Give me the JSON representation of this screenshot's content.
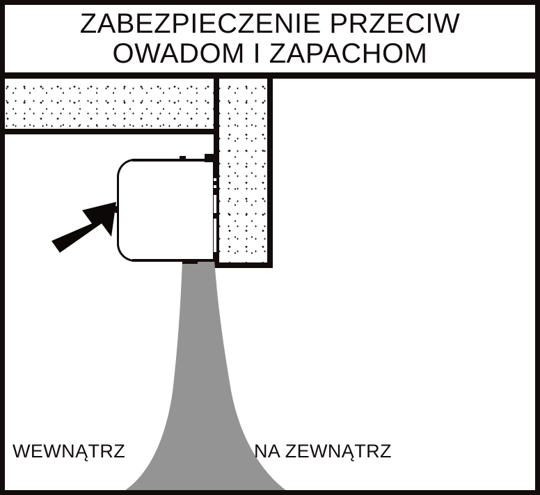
{
  "title": {
    "text": "ZABEZPIECZENIE PRZECIW\nOWADOM I ZAPACHOM",
    "line1": "ZABEZPIECZENIE PRZECIW",
    "line2": "OWADOM I ZAPACHOM"
  },
  "diagram": {
    "labels": {
      "inside": "WEWNĄTRZ",
      "outside": "NA ZEWNĄTRZ"
    },
    "elements": {
      "wall_horizontal": "wall-section-horizontal",
      "wall_vertical": "wall-section-vertical",
      "vent_unit": "vent-unit",
      "seal_strip": "seal-strip",
      "airflow_arrow": "airflow-arrow",
      "skirt": "flared-skirt"
    }
  },
  "colors": {
    "ink": "#120c0c",
    "paper": "#ffffff",
    "skirt_gray": "#949494",
    "speckle": "#181010"
  }
}
